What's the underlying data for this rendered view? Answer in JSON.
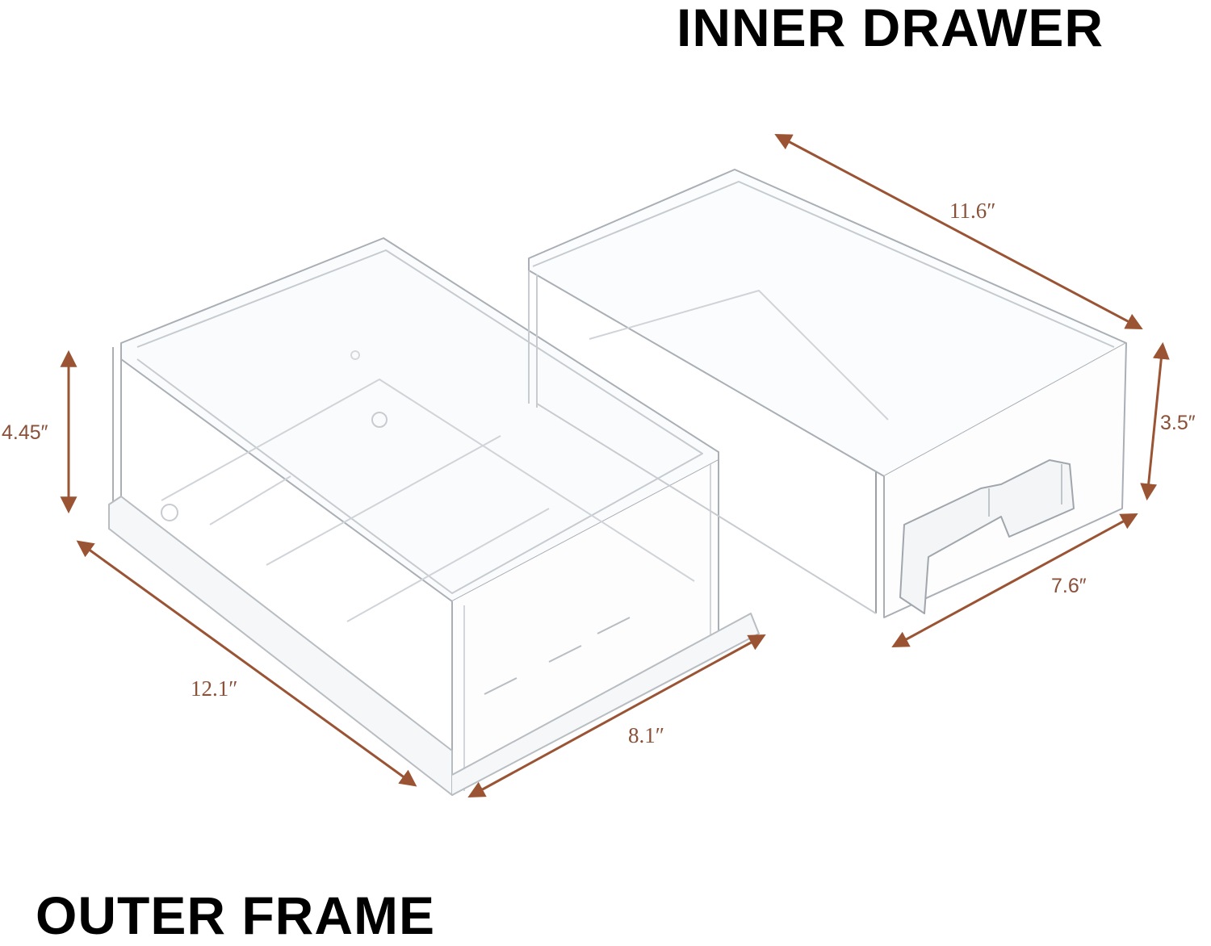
{
  "titles": {
    "inner": "INNER DRAWER",
    "outer": "OUTER FRAME"
  },
  "dimensions": {
    "inner_length": "11.6″",
    "inner_height": "3.5″",
    "inner_width": "7.6″",
    "outer_height": "4.45″",
    "outer_length": "12.1″",
    "outer_width": "8.1″"
  },
  "colors": {
    "arrow": "#9a5434",
    "label": "#8a5038",
    "outline": "#9aa0a6",
    "background": "#ffffff"
  }
}
